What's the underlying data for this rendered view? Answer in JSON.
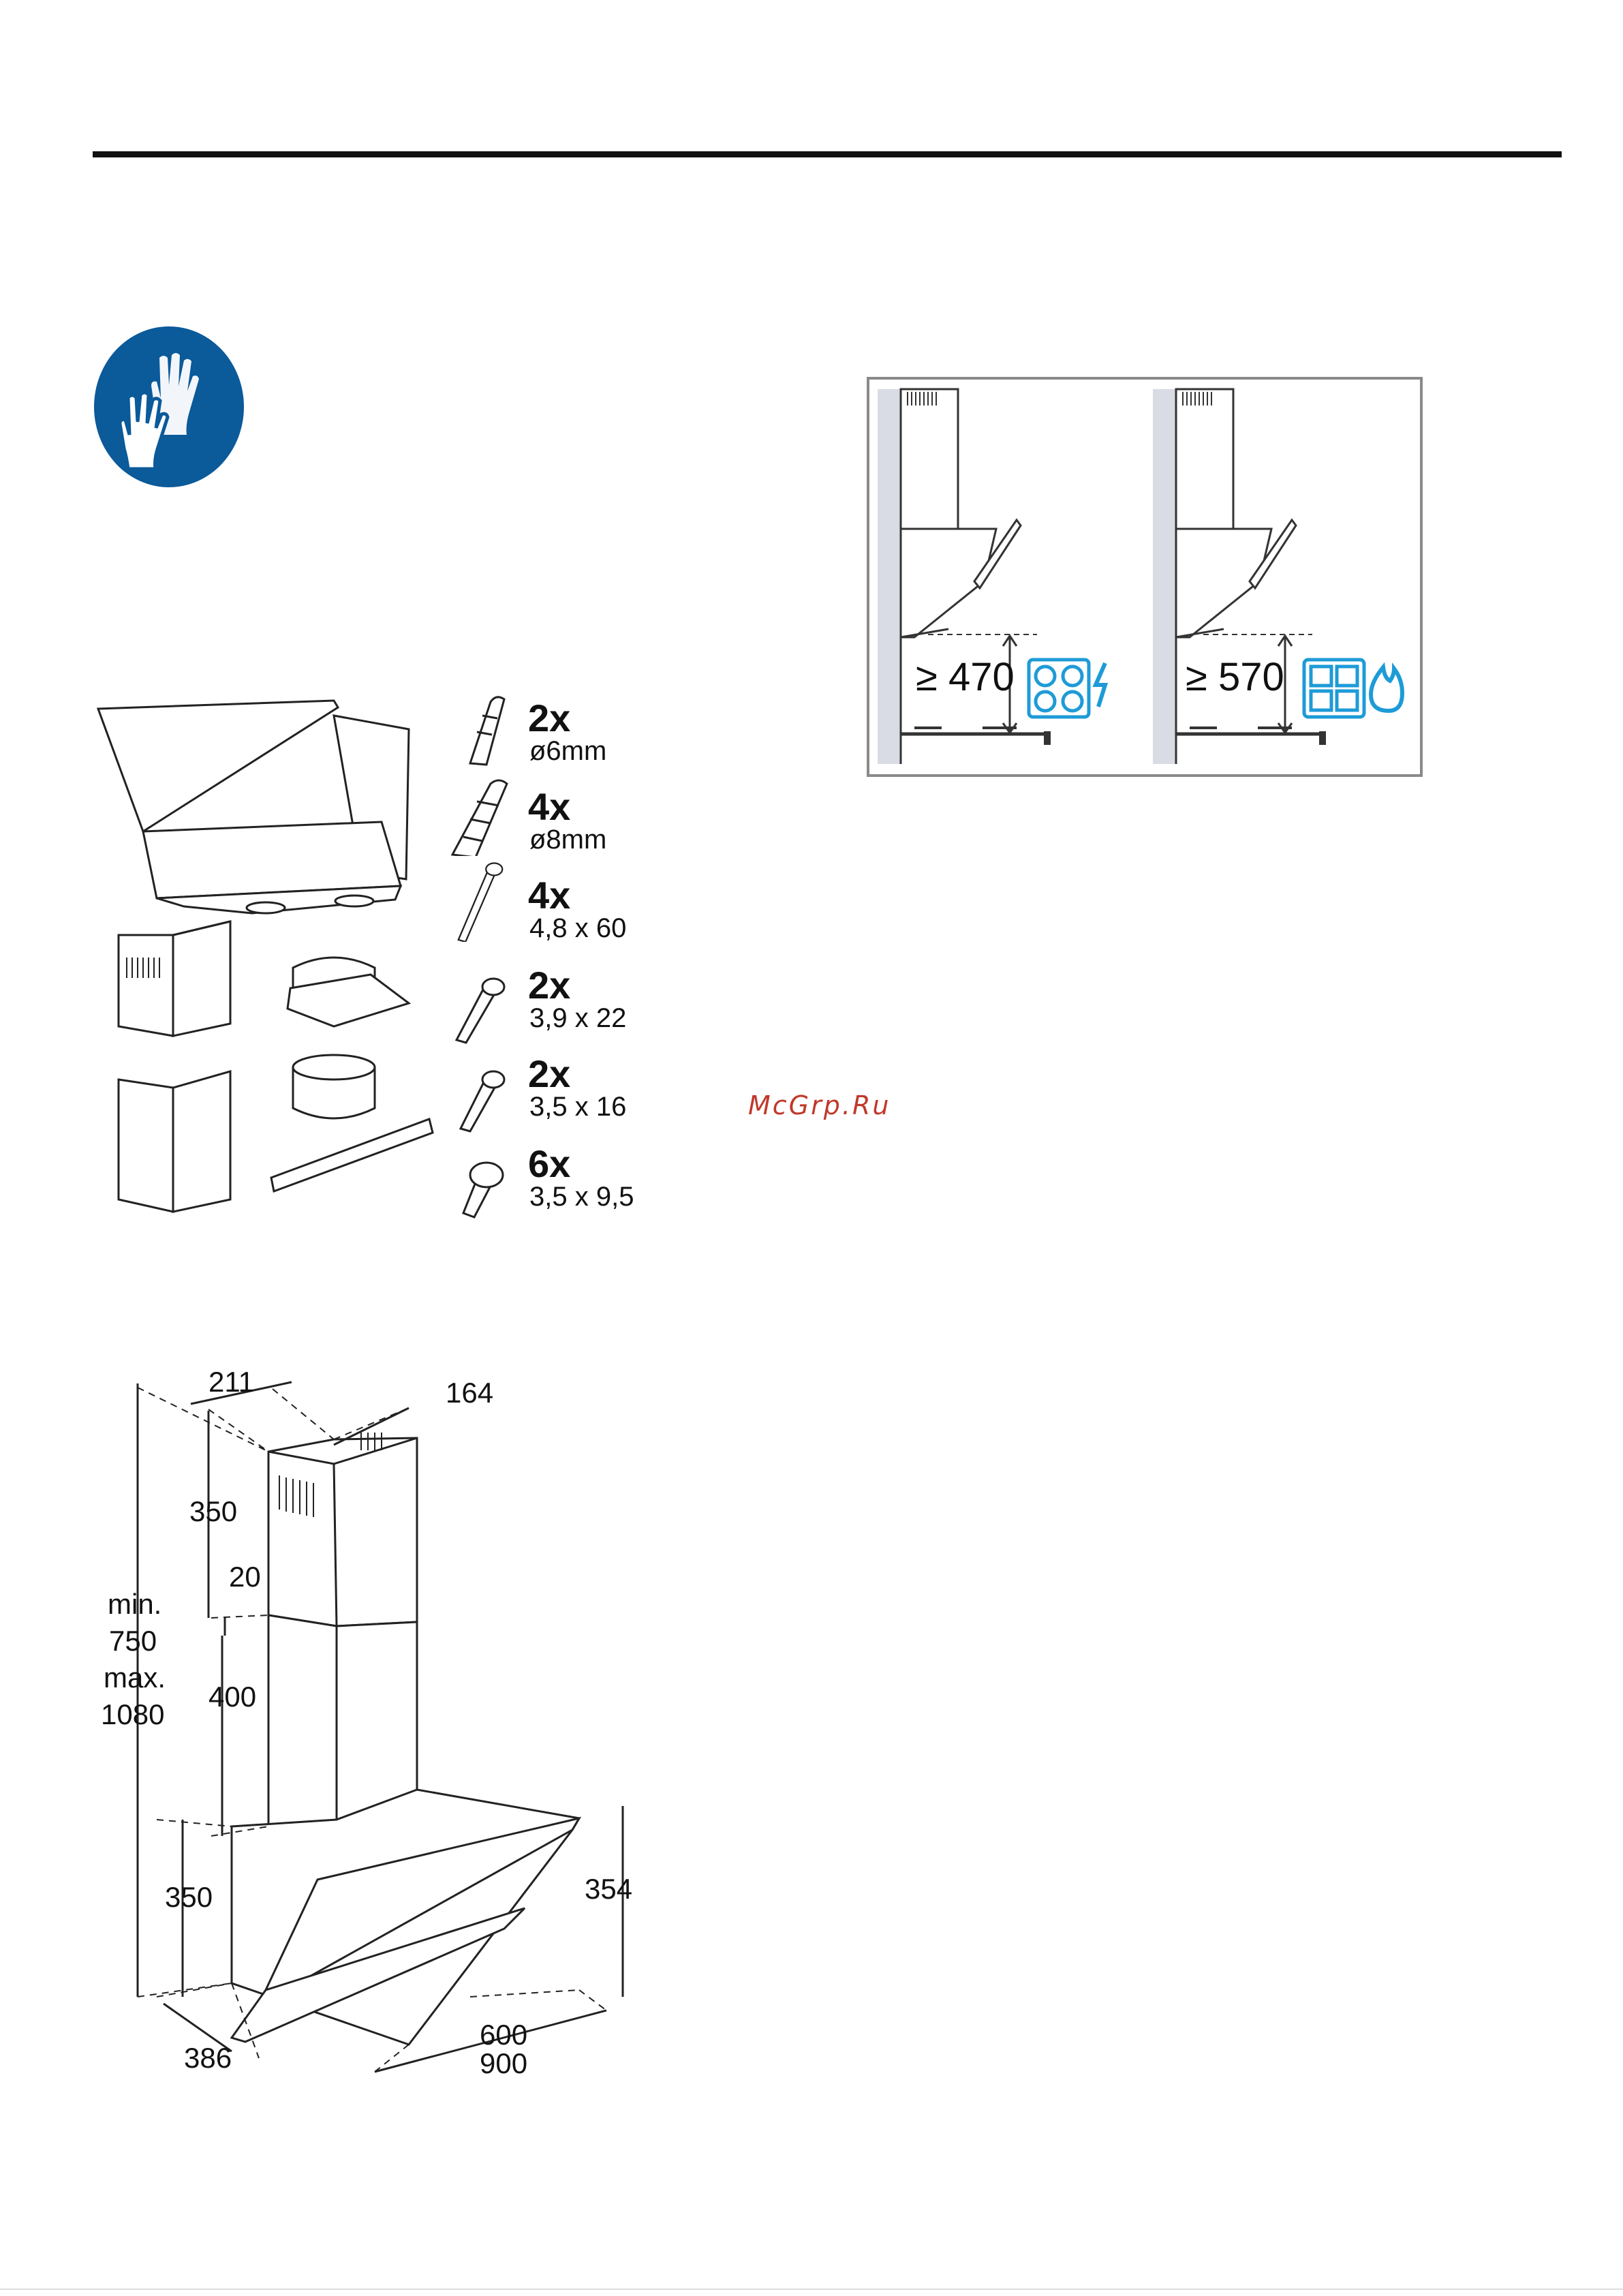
{
  "heights": {
    "electric_label": "≥ 470",
    "gas_label": "≥ 570",
    "electric_icon": "electric-hob-icon",
    "gas_icon": "gas-hob-icon",
    "accent": "#1e9bd7"
  },
  "fixings": [
    {
      "qty": "2x",
      "size": "ø6mm",
      "icon": "wall-plug-icon"
    },
    {
      "qty": "4x",
      "size": "ø8mm",
      "icon": "wall-plug-icon"
    },
    {
      "qty": "4x",
      "size": "4,8 x 60",
      "icon": "screw-icon"
    },
    {
      "qty": "2x",
      "size": "3,9 x 22",
      "icon": "screw-icon"
    },
    {
      "qty": "2x",
      "size": "3,5 x 16",
      "icon": "screw-icon"
    },
    {
      "qty": "6x",
      "size": "3,5 x 9,5",
      "icon": "screw-icon"
    }
  ],
  "watermark": "McGrp.Ru",
  "dimensions": {
    "d211": "211",
    "d164": "164",
    "d350_top": "350",
    "d20": "20",
    "d400": "400",
    "range": [
      "min.",
      "750",
      "max.",
      "1080"
    ],
    "d350_body": "350",
    "d354": "354",
    "d386": "386",
    "d600": "600",
    "d900": "900"
  },
  "colors": {
    "badge_blue": "#0b5a9a",
    "wall_grey": "#d9dce4",
    "frame": "#8a8a8a"
  }
}
